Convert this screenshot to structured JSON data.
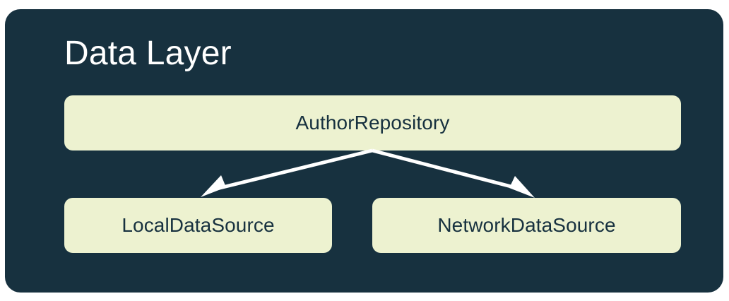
{
  "diagram": {
    "title": "Data Layer",
    "panel_color": "#17313F",
    "node_fill_color": "#EDF2D0",
    "node_text_color": "#17313F",
    "title_color": "#FFFFFF",
    "edge_color": "#FFFFFF",
    "nodes": [
      {
        "id": "author-repository",
        "label": "AuthorRepository",
        "role": "repository"
      },
      {
        "id": "local-data-source",
        "label": "LocalDataSource",
        "role": "data-source"
      },
      {
        "id": "network-data-source",
        "label": "NetworkDataSource",
        "role": "data-source"
      }
    ],
    "edges": [
      {
        "from": "author-repository",
        "to": "local-data-source",
        "style": "arrow"
      },
      {
        "from": "author-repository",
        "to": "network-data-source",
        "style": "arrow"
      }
    ]
  }
}
